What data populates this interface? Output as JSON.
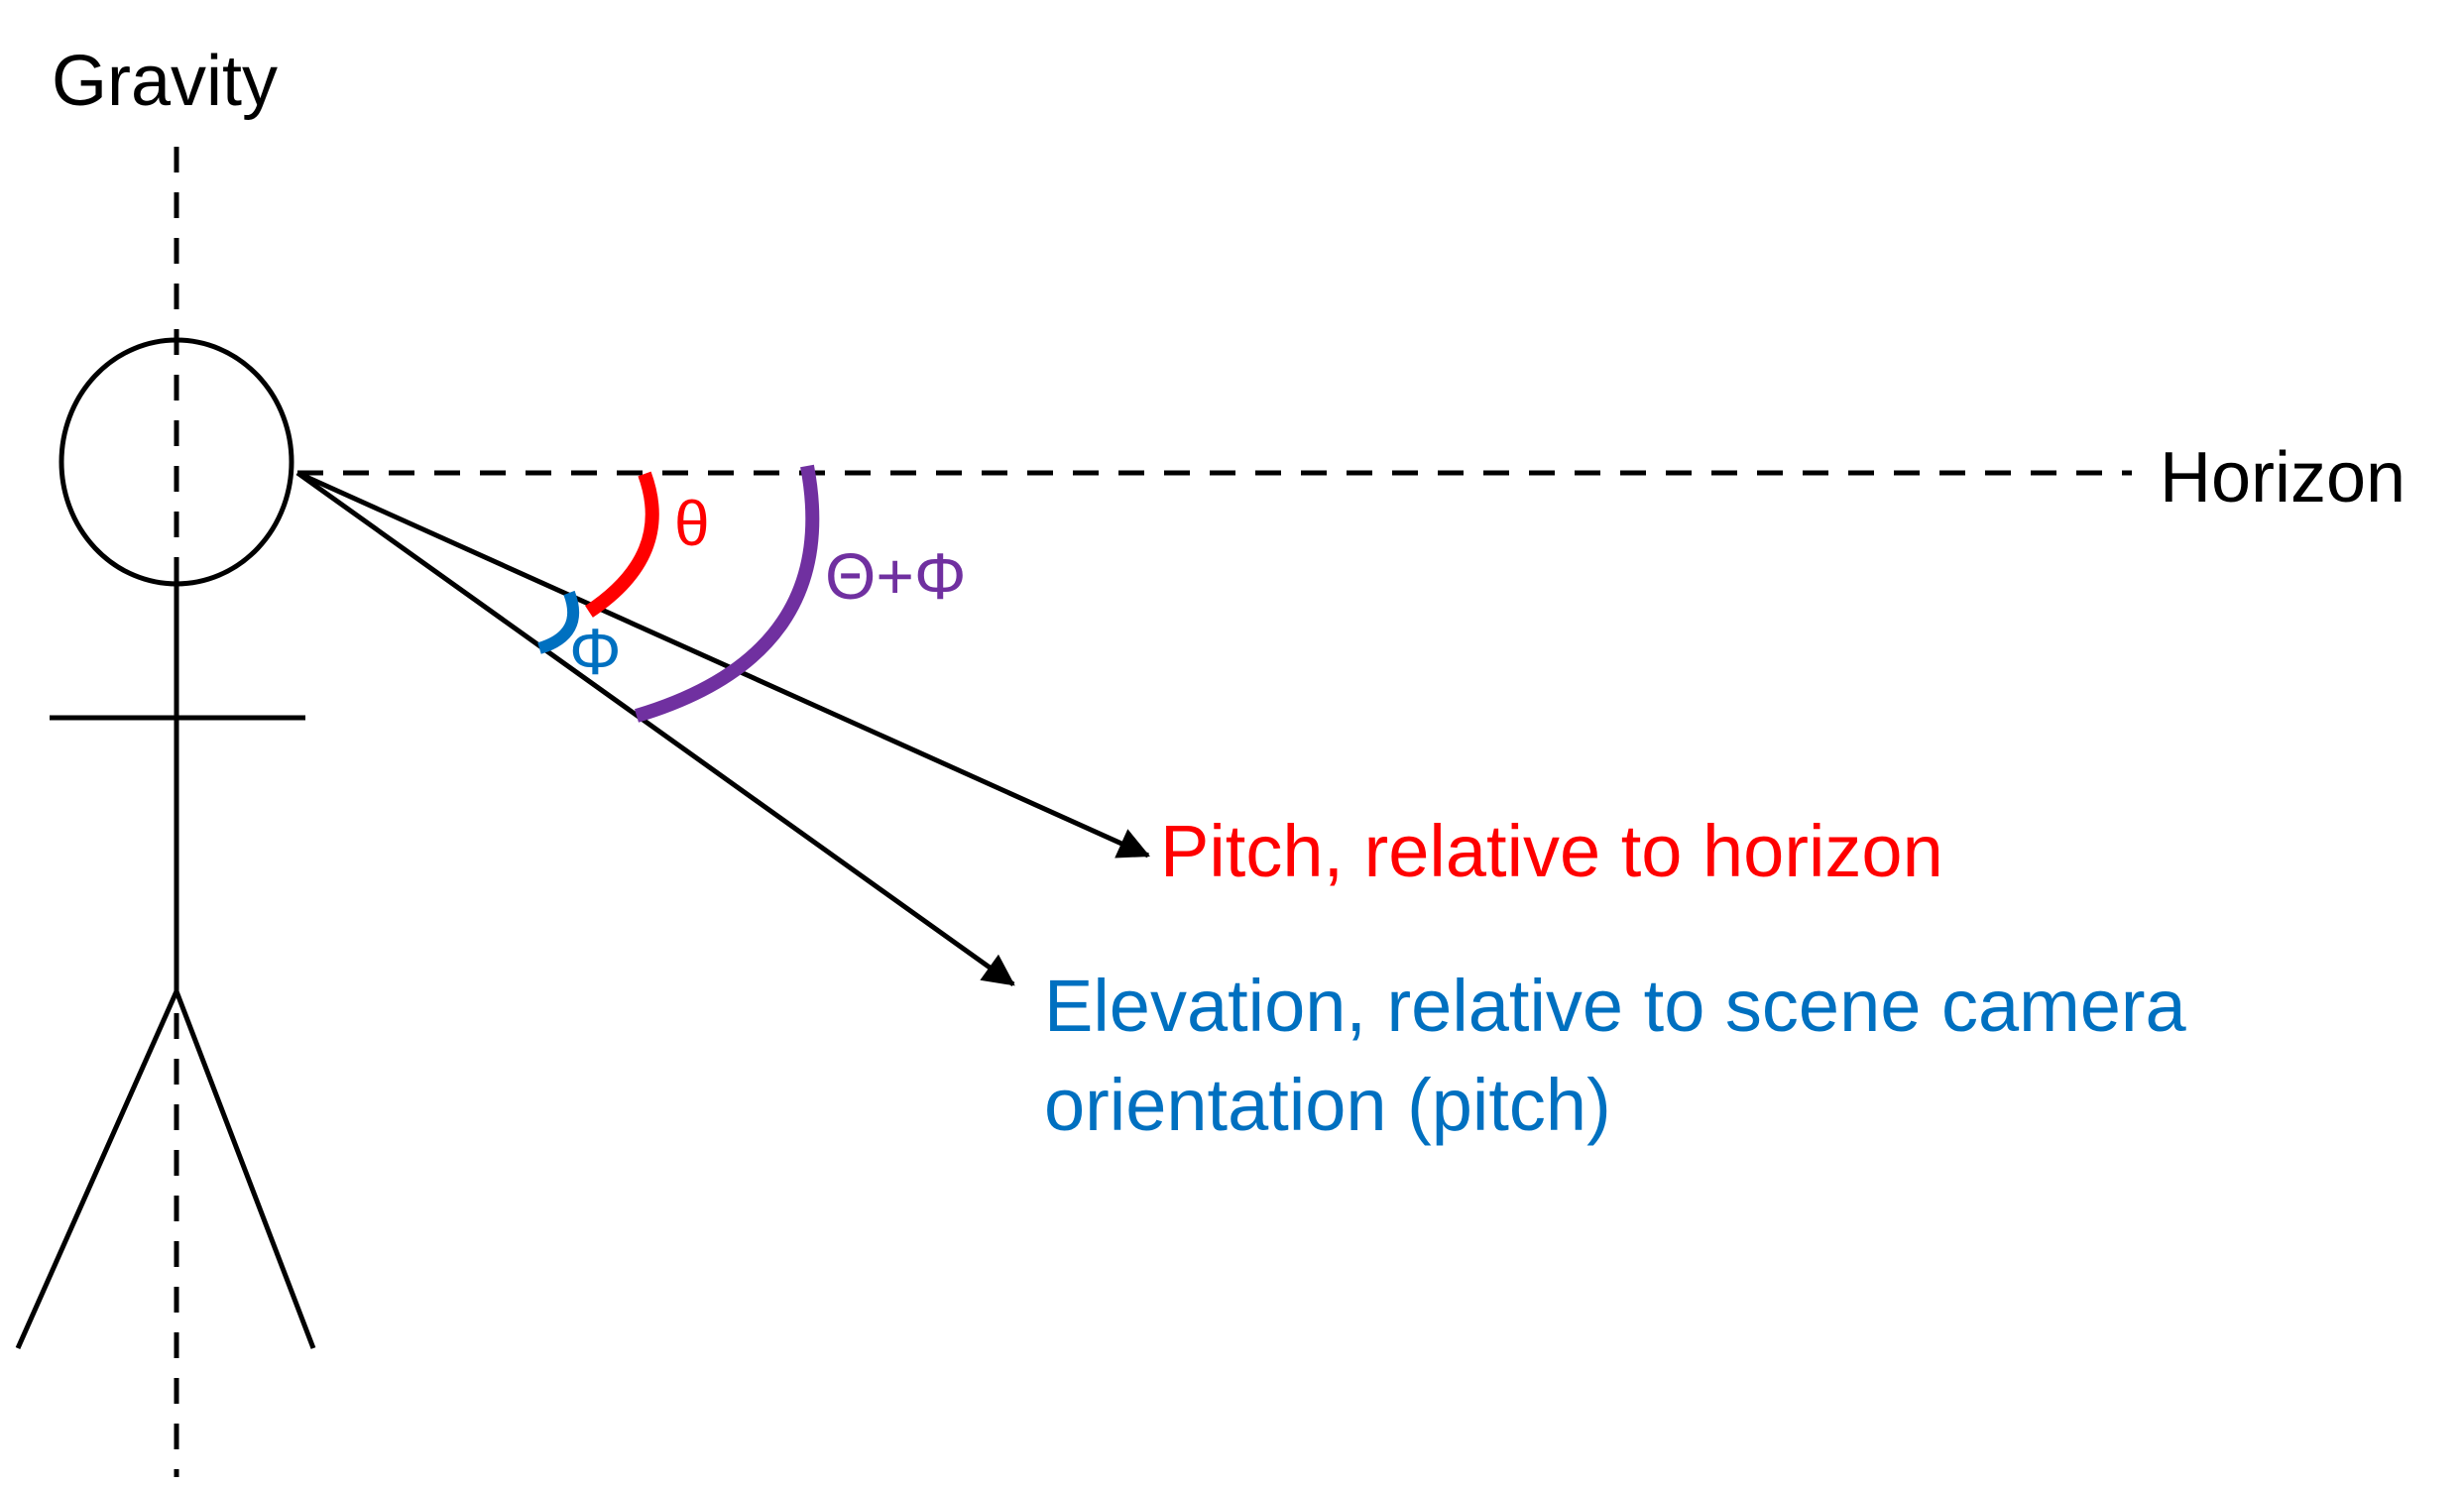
{
  "labels": {
    "gravity": "Gravity",
    "horizon": "Horizon",
    "theta": "θ",
    "theta_plus_phi": "Θ+Φ",
    "phi": "Φ",
    "pitch": "Pitch, relative to horizon",
    "elevation_line1": "Elevation, relative to scene camera",
    "elevation_line2": "orientation (pitch)"
  },
  "colors": {
    "line": "#000000",
    "theta": "#ff0000",
    "phi": "#0070c0",
    "theta_plus_phi": "#7030a0"
  }
}
